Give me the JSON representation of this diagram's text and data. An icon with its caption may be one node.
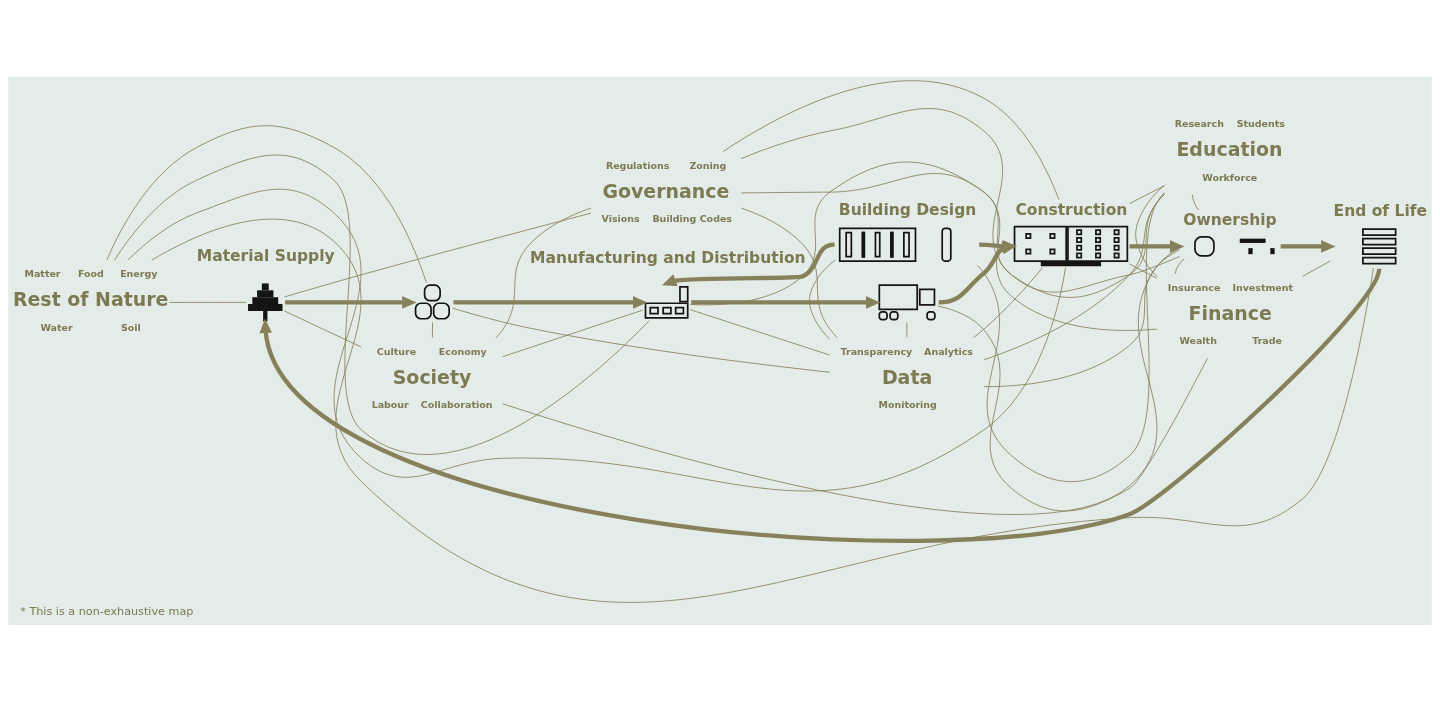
{
  "diagram": {
    "caption": "* This is a non-exhaustive map",
    "nodes": [
      {
        "text": [
          "Governance"
        ],
        "beside": [
          "Regulations",
          "Zoning",
          "Visions",
          "Building Codes"
        ]
      },
      {
        "text": [
          "Education"
        ],
        "beside": [
          "Research",
          "Students",
          "Workforce"
        ]
      },
      {
        "text": [],
        "shape": "picture",
        "beside": [
          "Building Design"
        ]
      },
      {
        "text": [
          "Rest of Nature"
        ],
        "beside": [
          "Matter",
          "Food",
          "Energy",
          "Water",
          "Soil"
        ]
      },
      {
        "text": [],
        "shape": "picture"
      },
      {
        "text": [],
        "shape": "picture"
      },
      {
        "text": [],
        "shape": "picture"
      },
      {
        "text": [],
        "shape": "picture"
      },
      {
        "text": [],
        "shape": "picture",
        "beside": [
          "Construction"
        ]
      },
      {
        "text": [],
        "shape": "picture",
        "beside": [
          "Ownership"
        ]
      },
      {
        "text": [],
        "shape": "picture",
        "beside": [
          "End of Life"
        ]
      },
      {
        "text": [
          "Society"
        ],
        "beside": [
          "Culture",
          "Economy",
          "Labour",
          "Collaboration"
        ]
      },
      {
        "text": [
          "Data"
        ],
        "beside": [
          "Transparency",
          "Analytics",
          "Monitoring"
        ]
      },
      {
        "text": [
          "Finance"
        ],
        "beside": [
          "Insurance",
          "Investment",
          "Wealth",
          "Trade"
        ]
      }
    ],
    "edges": [
      {
        "from": 4,
        "to": 5,
        "arrow": "to",
        "style": "thick"
      },
      {
        "from": 5,
        "to": 6,
        "arrow": "to",
        "style": "thick"
      },
      {
        "from": 6,
        "to": 7,
        "arrow": "to",
        "style": "thick"
      },
      {
        "from": 7,
        "to": 8,
        "arrow": "to",
        "style": "thick"
      },
      {
        "from": 8,
        "to": 9,
        "arrow": "to",
        "style": "thick"
      },
      {
        "from": 9,
        "to": 10,
        "arrow": "to",
        "style": "thick"
      },
      {
        "from": 2,
        "to": 6,
        "arrow": "to",
        "style": "thick"
      },
      {
        "from": 2,
        "to": 8,
        "arrow": "to",
        "style": "thick"
      },
      {
        "from": 10,
        "to": 4,
        "arrow": "to",
        "style": "thick"
      },
      {
        "from": 3,
        "to": 4,
        "arrow": "none"
      },
      {
        "from": 3,
        "to": 5,
        "arrow": "none"
      },
      {
        "from": 3,
        "to": 6,
        "arrow": "none"
      },
      {
        "from": 3,
        "to": 8,
        "arrow": "none"
      },
      {
        "from": 3,
        "to": 10,
        "arrow": "none"
      },
      {
        "from": 0,
        "to": 4,
        "arrow": "none"
      },
      {
        "from": 0,
        "to": 11,
        "arrow": "none"
      },
      {
        "from": 0,
        "to": 8,
        "arrow": "none"
      },
      {
        "from": 0,
        "to": 9,
        "arrow": "none"
      },
      {
        "from": 0,
        "to": 12,
        "arrow": "none"
      },
      {
        "from": 0,
        "to": 13,
        "arrow": "none"
      },
      {
        "from": 1,
        "to": 2,
        "arrow": "none"
      },
      {
        "from": 1,
        "to": 6,
        "arrow": "none"
      },
      {
        "from": 1,
        "to": 8,
        "arrow": "none"
      },
      {
        "from": 1,
        "to": 9,
        "arrow": "none"
      },
      {
        "from": 1,
        "to": 12,
        "arrow": "none"
      },
      {
        "from": 1,
        "to": 13,
        "arrow": "none"
      },
      {
        "from": 11,
        "to": 4,
        "arrow": "none"
      },
      {
        "from": 11,
        "to": 5,
        "arrow": "none"
      },
      {
        "from": 11,
        "to": 6,
        "arrow": "none"
      },
      {
        "from": 11,
        "to": 9,
        "arrow": "none"
      },
      {
        "from": 12,
        "to": 2,
        "arrow": "none"
      },
      {
        "from": 12,
        "to": 5,
        "arrow": "none"
      },
      {
        "from": 12,
        "to": 6,
        "arrow": "none"
      },
      {
        "from": 12,
        "to": 7,
        "arrow": "none"
      },
      {
        "from": 12,
        "to": 8,
        "arrow": "none"
      },
      {
        "from": 12,
        "to": 9,
        "arrow": "none"
      },
      {
        "from": 13,
        "to": 7,
        "arrow": "none"
      },
      {
        "from": 13,
        "to": 8,
        "arrow": "none"
      },
      {
        "from": 13,
        "to": 9,
        "arrow": "none"
      },
      {
        "from": 13,
        "to": 10,
        "arrow": "none"
      }
    ],
    "labels": [
      "Material Supply",
      "Manufacturing and Distribution"
    ]
  }
}
